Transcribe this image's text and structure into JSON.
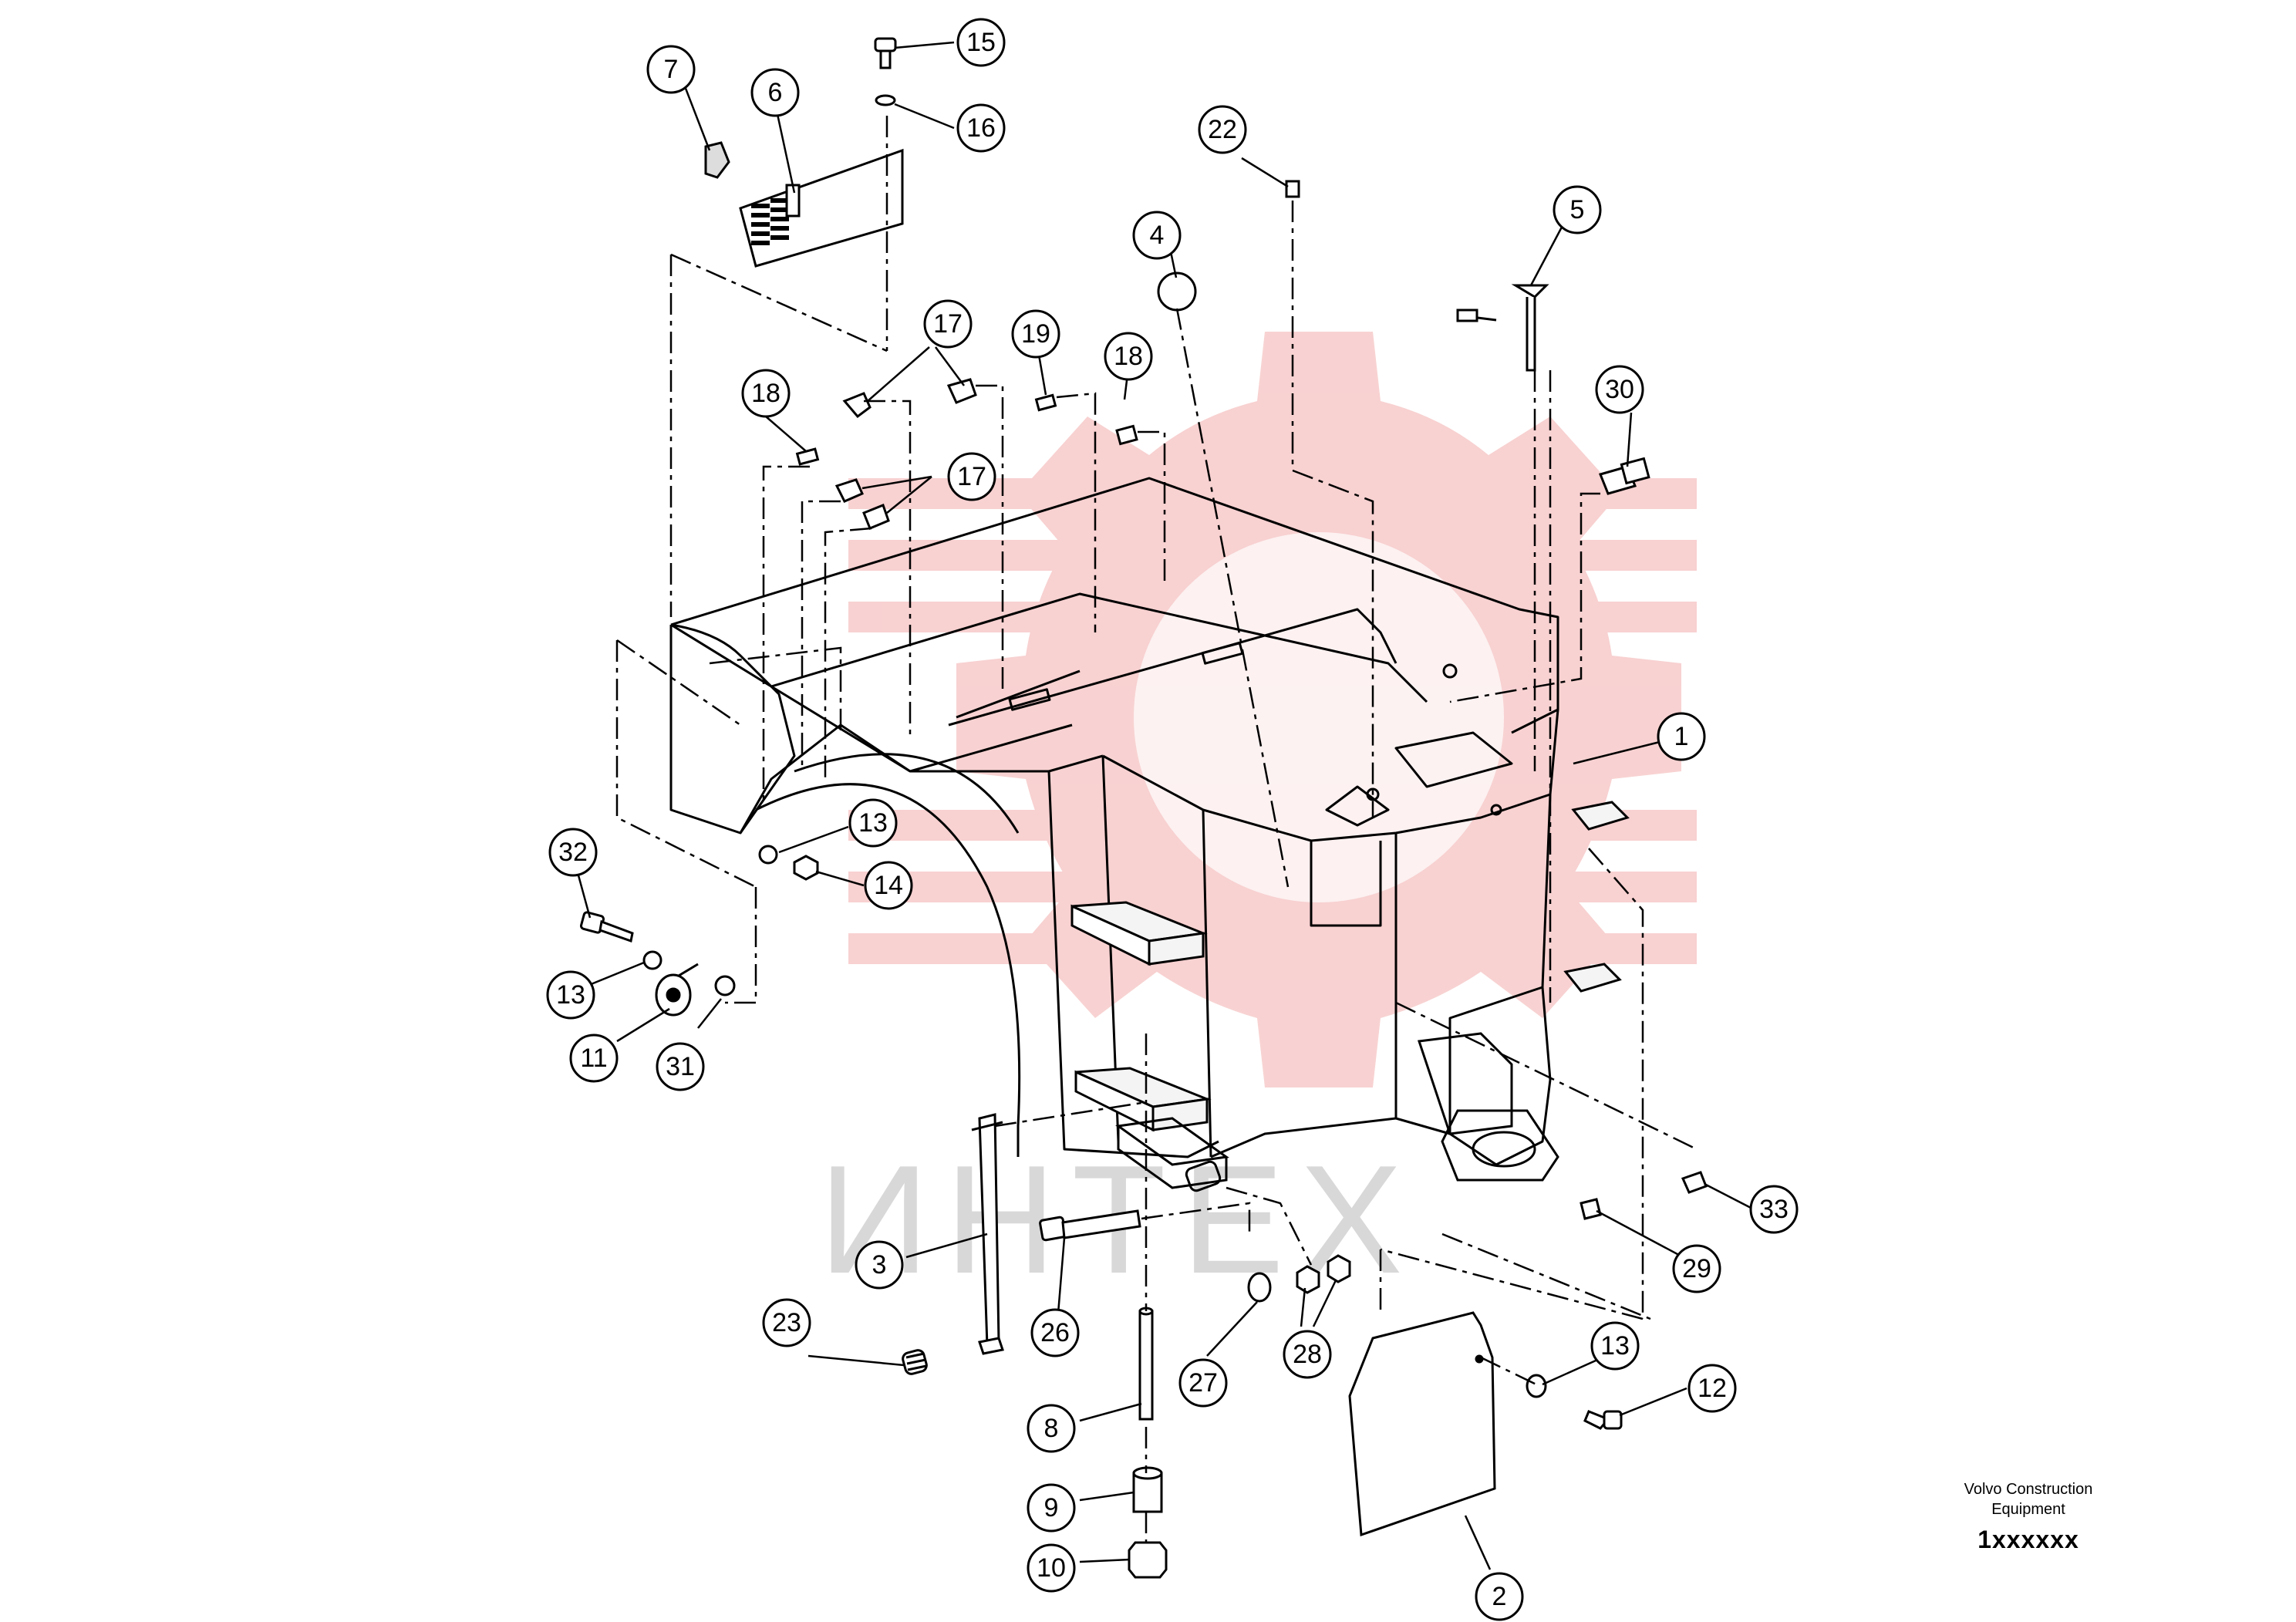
{
  "diagram": {
    "type": "exploded-parts-view",
    "callouts": [
      "1",
      "2",
      "3",
      "4",
      "5",
      "6",
      "7",
      "8",
      "9",
      "10",
      "11",
      "12",
      "13",
      "13",
      "13",
      "14",
      "15",
      "16",
      "17",
      "17",
      "18",
      "18",
      "19",
      "22",
      "23",
      "26",
      "27",
      "28",
      "29",
      "30",
      "31",
      "32",
      "33"
    ],
    "footer": {
      "company_line1": "Volvo Construction",
      "company_line2": "Equipment",
      "part_code": "1xxxxxx"
    },
    "watermark": {
      "text": "ИНТЕХ",
      "logo_color": "#f6c8c8",
      "text_color": "#dcdcdc"
    },
    "line_color": "#000000"
  }
}
